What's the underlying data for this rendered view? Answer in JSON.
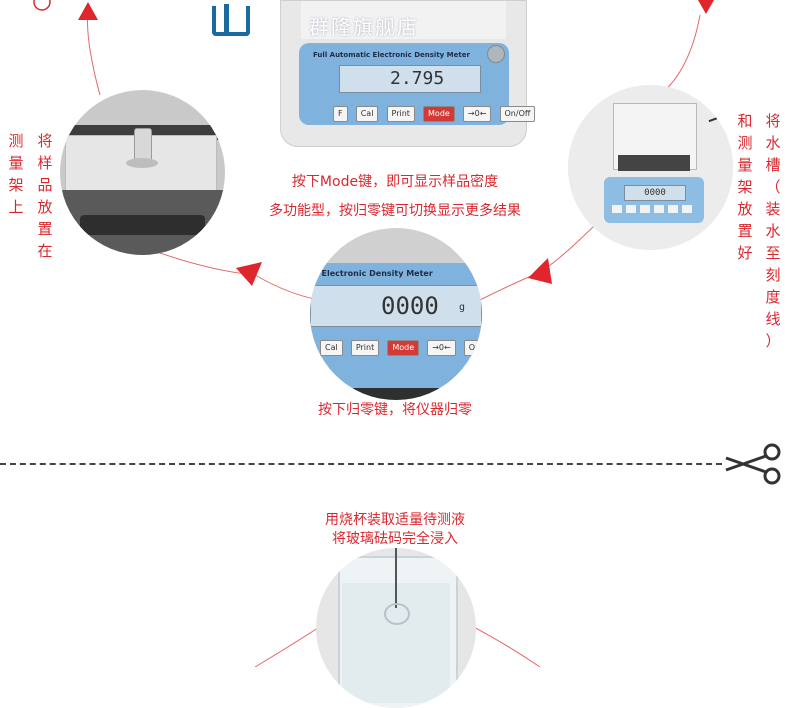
{
  "top": {
    "meter_label": "Full Automatic Electronic Density Meter",
    "display_value": "2.795",
    "watermark": "群隆旗舰店",
    "buttons": [
      "F",
      "Cal",
      "Print",
      "Mode",
      "→0←",
      "On/Off"
    ]
  },
  "middle": {
    "meter_label": "c Electronic Density Meter",
    "display_value": "0000",
    "display_unit": "g",
    "buttons": [
      "Cal",
      "Print",
      "Mode",
      "→0←",
      "On/Off"
    ]
  },
  "right_meter": {
    "display_value": "0000"
  },
  "captions": {
    "mode_line1": "按下Mode键，即可显示样品密度",
    "mode_line2": "多功能型，按归零键可切换显示更多结果",
    "zero": "按下归零键，将仪器归零",
    "beaker_line1": "用烧杯装取适量待测液",
    "beaker_line2": "将玻璃砝码完全浸入"
  },
  "left_text": {
    "col1": [
      "测",
      "量",
      "架",
      "上"
    ],
    "col2": [
      "将",
      "样",
      "品",
      "放",
      "置",
      "在"
    ]
  },
  "right_text": {
    "col1": [
      "和",
      "测",
      "量",
      "架",
      "放",
      "置",
      "好"
    ],
    "col2": [
      "将",
      "水",
      "槽",
      "（",
      "装",
      "水",
      "至",
      "刻",
      "度",
      "线",
      "）"
    ]
  },
  "colors": {
    "accent": "#d8282f",
    "dashed_line": "#444444",
    "panel_blue": "#7fb3dd"
  },
  "icons": {
    "scissors": "scissors-icon",
    "arrow": "arrow-head-icon"
  }
}
